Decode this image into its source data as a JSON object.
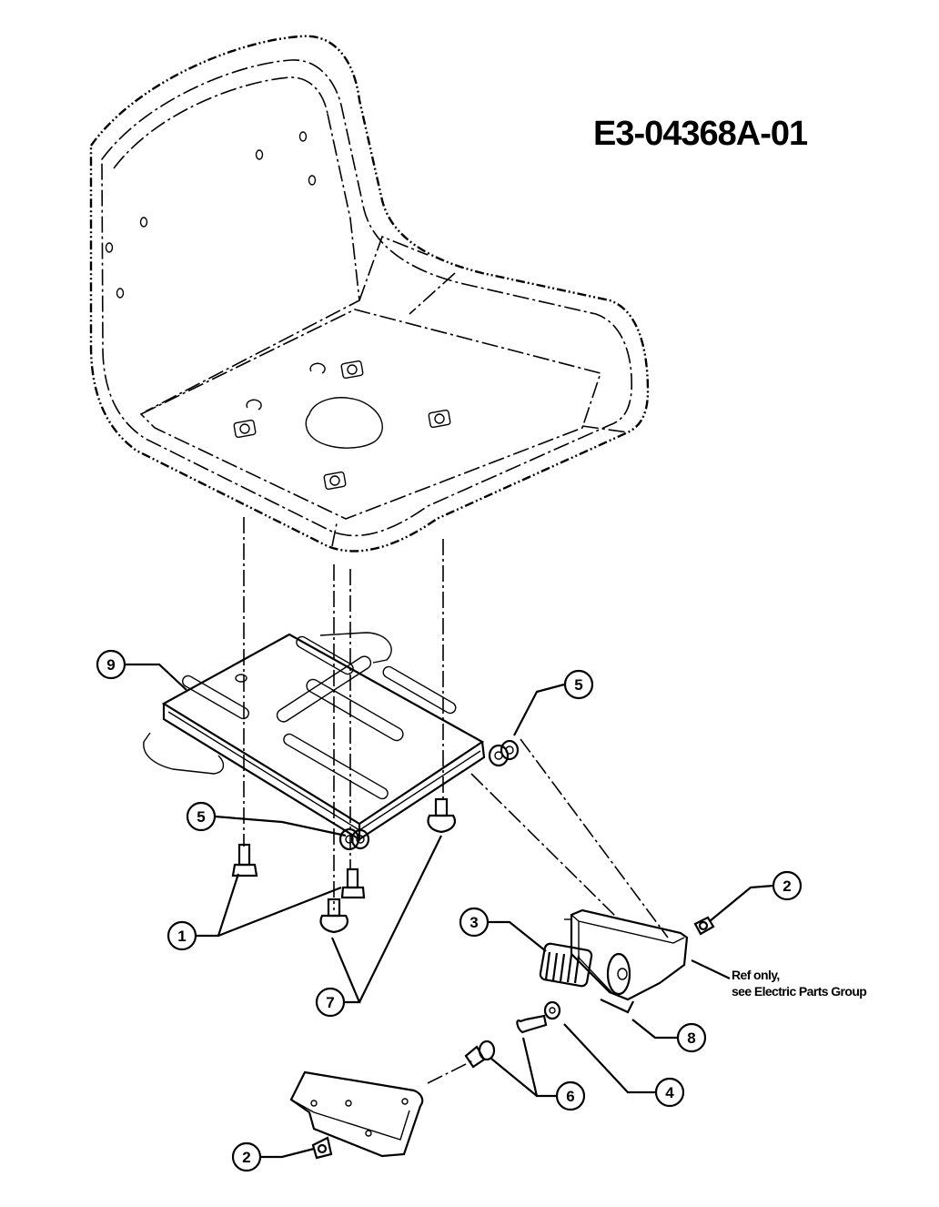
{
  "drawing": {
    "id": "E3-04368A-01",
    "note_line1": "Ref only,",
    "note_line2": "see Electric Parts Group"
  },
  "callouts": [
    {
      "label": "9"
    },
    {
      "label": "5"
    },
    {
      "label": "5"
    },
    {
      "label": "1"
    },
    {
      "label": "7"
    },
    {
      "label": "3"
    },
    {
      "label": "2"
    },
    {
      "label": "8"
    },
    {
      "label": "4"
    },
    {
      "label": "6"
    },
    {
      "label": "2"
    }
  ]
}
